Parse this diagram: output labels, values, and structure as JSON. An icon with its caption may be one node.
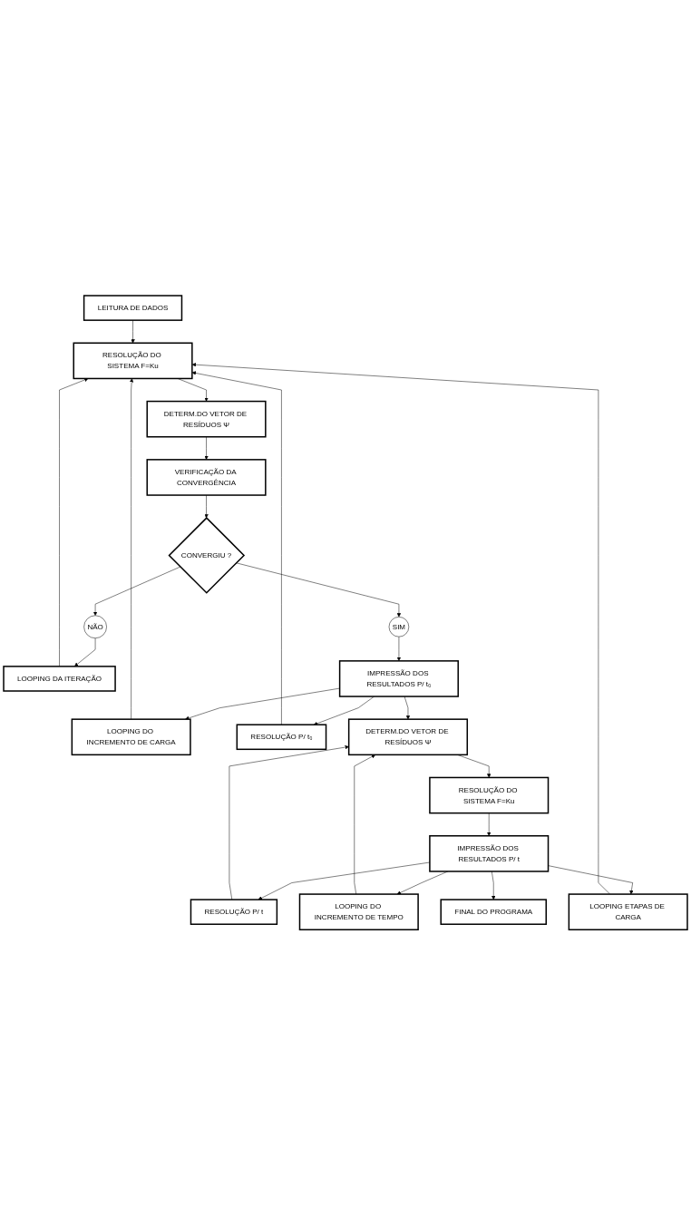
{
  "diagram": {
    "nodes": [
      {
        "text": [
          "LEITURA DE DADOS"
        ]
      },
      {
        "text": [
          "RESOLUÇÃO DO SISTEMA F=Ku"
        ]
      },
      {
        "text": [
          "LOOPING DA ITERAÇÃO"
        ]
      },
      {
        "text": [
          "DETERM.DO VETOR DE RESÍDUOS Ψ"
        ]
      },
      {
        "text": [
          "LOOPING DO INCREMENTO DE CARGA"
        ]
      },
      {
        "text": [
          "RESOLUÇÃO P/ t₀"
        ]
      },
      {
        "text": [
          "VERIFICAÇÃO DA CONVERGÊNCIA"
        ]
      },
      {
        "text": [
          "NÃO"
        ]
      },
      {
        "text": [
          "CONVERGIU ?"
        ]
      },
      {
        "text": [
          "SIM"
        ]
      },
      {
        "text": [
          "LOOPING ETAPAS DE CARGA"
        ]
      },
      {
        "text": [
          "IMPRESSÃO DOS RESULTADOS P/ t₀"
        ]
      },
      {
        "text": [
          "DETERM.DO VETOR DE RESÍDUOS Ψ"
        ]
      },
      {
        "text": [
          "RESOLUÇÃO P/ t"
        ]
      },
      {
        "text": [
          "LOOPING DO INCREMENTO DE TEMPO"
        ]
      },
      {
        "text": [
          "RESOLUÇÃO DO SISTEMA F=Ku"
        ]
      },
      {
        "text": [
          "IMPRESSÃO DOS RESULTADOS P/ t"
        ]
      },
      {
        "text": [
          "FINAL DO PROGRAMA"
        ]
      }
    ],
    "edges": [
      {
        "from": 0,
        "to": 1,
        "arrow": "to"
      },
      {
        "from": 10,
        "to": 1,
        "arrow": "to"
      },
      {
        "from": 5,
        "to": 1,
        "arrow": "to"
      },
      {
        "from": 2,
        "to": 1,
        "arrow": "to"
      },
      {
        "from": 4,
        "to": 1,
        "arrow": "to"
      },
      {
        "from": 1,
        "to": 3,
        "arrow": "to"
      },
      {
        "from": 3,
        "to": 6,
        "arrow": "to"
      },
      {
        "from": 6,
        "to": 8,
        "arrow": "to"
      },
      {
        "from": 8,
        "to": 7,
        "arrow": "to"
      },
      {
        "from": 7,
        "to": 2,
        "arrow": "to"
      },
      {
        "from": 8,
        "to": 9,
        "arrow": "to"
      },
      {
        "from": 9,
        "to": 11,
        "arrow": "to"
      },
      {
        "from": 11,
        "to": 5,
        "arrow": "to"
      },
      {
        "from": 11,
        "to": 4,
        "arrow": "to"
      },
      {
        "from": 11,
        "to": 12,
        "arrow": "to"
      },
      {
        "from": 14,
        "to": 12,
        "arrow": "to"
      },
      {
        "from": 13,
        "to": 12,
        "arrow": "to"
      },
      {
        "from": 12,
        "to": 15,
        "arrow": "to"
      },
      {
        "from": 15,
        "to": 16,
        "arrow": "to"
      },
      {
        "from": 16,
        "to": 13,
        "arrow": "to"
      },
      {
        "from": 16,
        "to": 14,
        "arrow": "to"
      },
      {
        "from": 16,
        "to": 10,
        "arrow": "to"
      },
      {
        "from": 16,
        "to": 17,
        "arrow": "to"
      }
    ]
  }
}
